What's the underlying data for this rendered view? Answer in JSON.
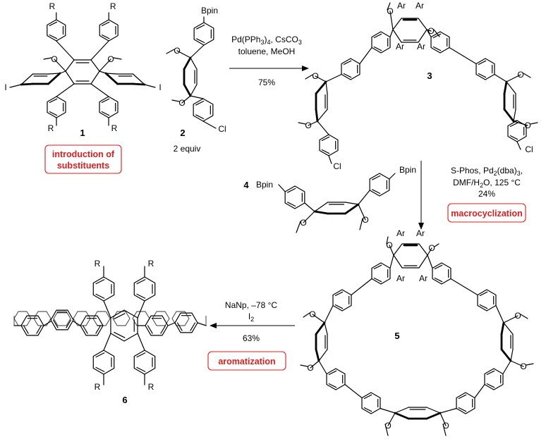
{
  "compounds": {
    "c1": "1",
    "c2": "2",
    "c3": "3",
    "c4": "4",
    "c5": "5",
    "c6": "6"
  },
  "substituents": {
    "R": "R",
    "I": "I",
    "Cl": "Cl",
    "Bpin": "Bpin",
    "Ar": "Ar",
    "OMe": "O"
  },
  "equivalents": "2 equiv",
  "steps": {
    "step1": {
      "line1": "Pd(PPh",
      "line1_sub": "3",
      "line1_end": ")",
      "line1_sub2": "4",
      "line1_tail": ", CsCO",
      "line1_sub3": "3",
      "line2": "toluene, MeOH",
      "yield": "75%"
    },
    "step2": {
      "line1": "S-Phos, Pd",
      "line1_sub": "2",
      "line1_mid": "(dba)",
      "line1_sub2": "3",
      "line1_tail": ",",
      "line2": "DMF/H",
      "line2_sub": "2",
      "line2_tail": "O, 125 °C",
      "yield": "24%"
    },
    "step3": {
      "line1": "NaNp, –78 °C",
      "line2": "I",
      "line2_sub": "2",
      "yield": "63%"
    }
  },
  "labels": {
    "introduction": "introduction of",
    "substituents": "substituents",
    "macrocyclization": "macrocyclization",
    "aromatization": "aromatization"
  },
  "colors": {
    "accent": "#e01d1d",
    "ink": "#000000",
    "background": "#ffffff"
  }
}
